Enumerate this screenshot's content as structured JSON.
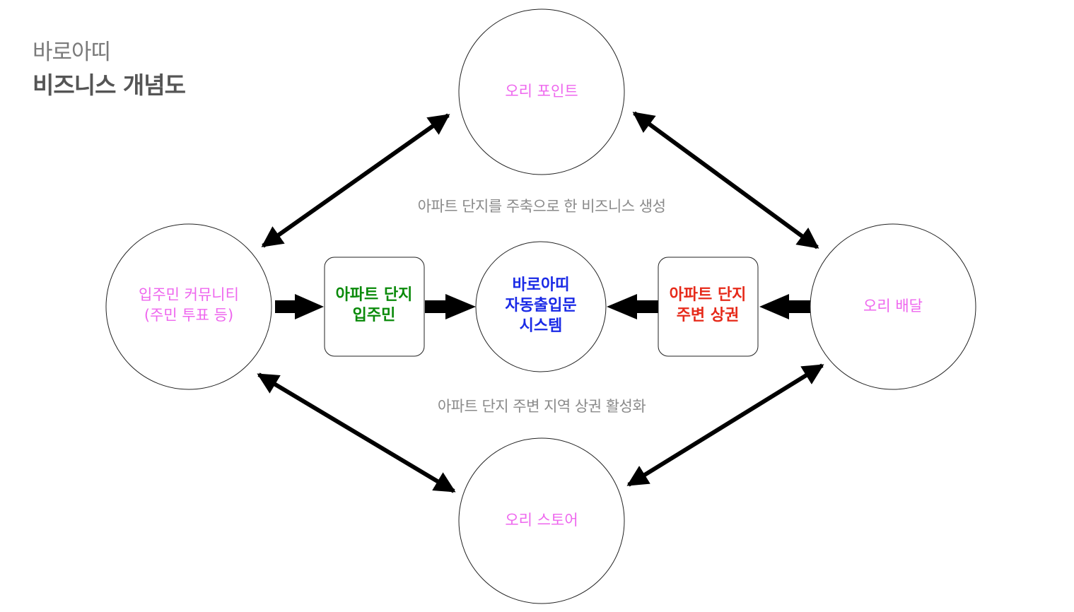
{
  "header": {
    "subtitle": "바로아띠",
    "title": "비즈니스 개념도"
  },
  "colors": {
    "pink": "#ee66ee",
    "green": "#0a8a0a",
    "blue": "#1a2ae6",
    "red": "#e62a1a",
    "gray": "#8a8a8a"
  },
  "nodes": {
    "top": {
      "label": "오리 포인트"
    },
    "left": {
      "lines": [
        "입주민 커뮤니티",
        "(주민 투표 등)"
      ]
    },
    "right": {
      "label": "오리 배달"
    },
    "bottom": {
      "label": "오리 스토어"
    },
    "center": {
      "lines": [
        "바로아띠",
        "자동출입문",
        "시스템"
      ]
    },
    "residents_box": {
      "lines": [
        "아파트 단지",
        "입주민"
      ]
    },
    "shops_box": {
      "lines": [
        "아파트 단지",
        "주변 상권"
      ]
    }
  },
  "captions": {
    "upper": "아파트 단지를 주축으로 한 비즈니스 생성",
    "lower": "아파트 단지 주변 지역 상권 활성화"
  }
}
